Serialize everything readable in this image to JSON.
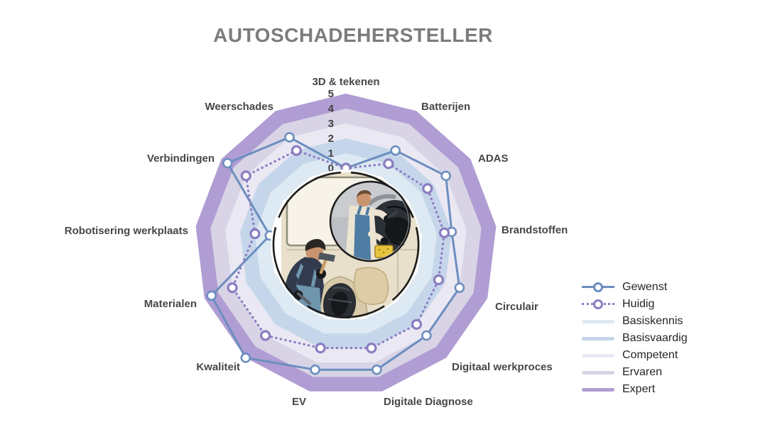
{
  "title": "AUTOSCHADEHERSTELLER",
  "center_image": {
    "description": "illustratie autoschadehersteller: monteur met hamer bij autoportier en inzet-cirkel met monteur die wielkast schuurt met geel schuurblok"
  },
  "chart_data": {
    "type": "radar",
    "title": "AUTOSCHADEHERSTELLER",
    "categories": [
      "3D & tekenen",
      "Batterijen",
      "ADAS",
      "Brandstoffen",
      "Circulair",
      "Digitaal werkproces",
      "Digitale Diagnose",
      "EV",
      "Kwaliteit",
      "Materialen",
      "Robotisering werkplaats",
      "Verbindingen",
      "Weerschades"
    ],
    "ticks": [
      0,
      1,
      2,
      3,
      4,
      5
    ],
    "rmin": 0,
    "rmax": 5,
    "grid": false,
    "legend_position": "right",
    "series": [
      {
        "name": "Gewenst",
        "style": "solid",
        "color": "#6c8ebf",
        "values": [
          0,
          2,
          3,
          2,
          3,
          3,
          3.5,
          3.5,
          5,
          4.5,
          0,
          4.5,
          3
        ]
      },
      {
        "name": "Huidig",
        "style": "dotted",
        "color": "#8c7dc1",
        "values": [
          0,
          1,
          1.5,
          1.5,
          1.5,
          2,
          2,
          2,
          3,
          3,
          1,
          3,
          2
        ]
      }
    ],
    "bands": [
      {
        "name": "Basiskennis",
        "range": [
          0,
          1
        ],
        "color": "#dde9f3"
      },
      {
        "name": "Basisvaardig",
        "range": [
          1,
          2
        ],
        "color": "#c5d6ea"
      },
      {
        "name": "Competent",
        "range": [
          2,
          3
        ],
        "color": "#eae8f3"
      },
      {
        "name": "Ervaren",
        "range": [
          3,
          4
        ],
        "color": "#d8d4e6"
      },
      {
        "name": "Expert",
        "range": [
          4,
          5
        ],
        "color": "#b09dd3"
      }
    ]
  }
}
